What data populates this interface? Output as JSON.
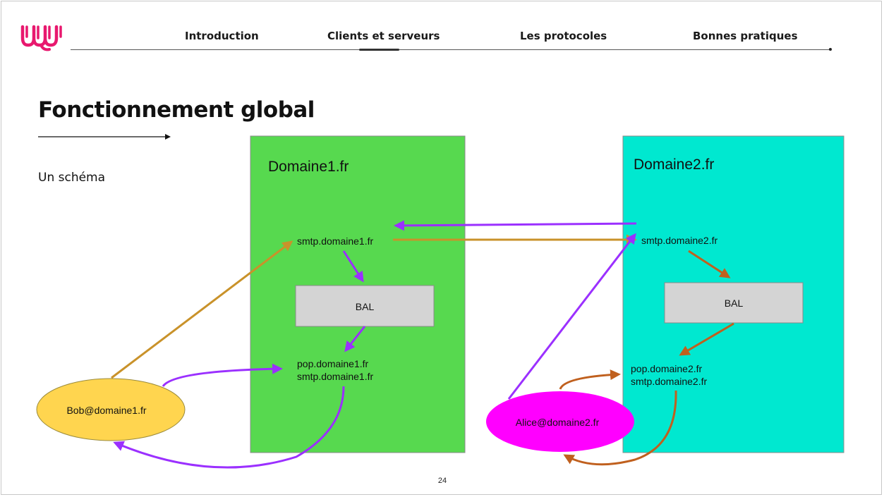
{
  "nav": {
    "items": [
      {
        "label": "Introduction"
      },
      {
        "label": "Clients et serveurs"
      },
      {
        "label": "Les protocoles"
      },
      {
        "label": "Bonnes pratiques"
      }
    ],
    "active_index": 1
  },
  "slide": {
    "title": "Fonctionnement global",
    "subtitle": "Un schéma",
    "page_number": "24"
  },
  "diagram": {
    "domain1": {
      "label": "Domaine1.fr",
      "color": "#57d94f"
    },
    "domain2": {
      "label": "Domaine2.fr",
      "color": "#00e8d0"
    },
    "smtp1": "smtp.domaine1.fr",
    "smtp2": "smtp.domaine2.fr",
    "bal1": "BAL",
    "bal2": "BAL",
    "pop1_line1": "pop.domaine1.fr",
    "pop1_line2": "smtp.domaine1.fr",
    "pop2_line1": "pop.domaine2.fr",
    "pop2_line2": "smtp.domaine2.fr",
    "bob": {
      "label": "Bob@domaine1.fr",
      "color": "#ffd54f"
    },
    "alice": {
      "label": "Alice@domaine2.fr",
      "color": "#ff00ff"
    },
    "arrow_colors": {
      "purple": "#9b30ff",
      "gold": "#c9922a",
      "brown": "#c0601e"
    }
  },
  "colors": {
    "logo": "#e8186e"
  }
}
